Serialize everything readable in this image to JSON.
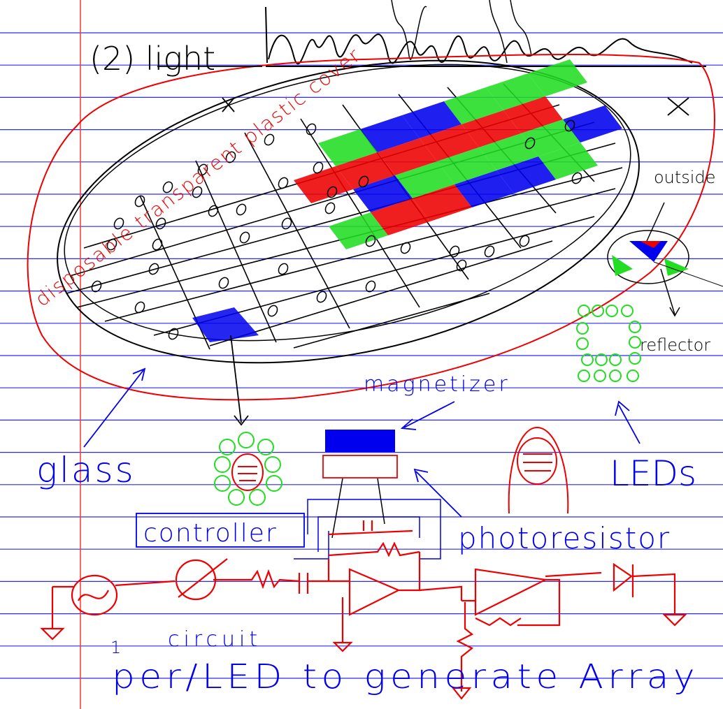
{
  "labels": {
    "heading": "(2) light",
    "cover": "disposable transparent plastic cover",
    "outside": "outside",
    "reflector": "reflector",
    "magnetizer": "magnetizer",
    "glass": "glass",
    "leds": "LEDs",
    "controller": "controller",
    "photoresistor": "photoresistor",
    "circuit_num": "1",
    "circuit": "circuit",
    "per_led": "per/LED to generate Array",
    "mark_x_left": "X",
    "mark_x_right": "X"
  },
  "colors": {
    "ink": "#000000",
    "blue": "#0000ee",
    "red": "#ee0000",
    "green": "#22dd22",
    "rule_line": "#2a2aff",
    "margin_line": "#ff3333"
  },
  "tile_colors": [
    [
      "green",
      "blue",
      "green"
    ],
    [
      "red",
      "red",
      "red"
    ],
    [
      "blue",
      "green",
      "green"
    ],
    [
      "green",
      "red",
      "blue"
    ]
  ]
}
